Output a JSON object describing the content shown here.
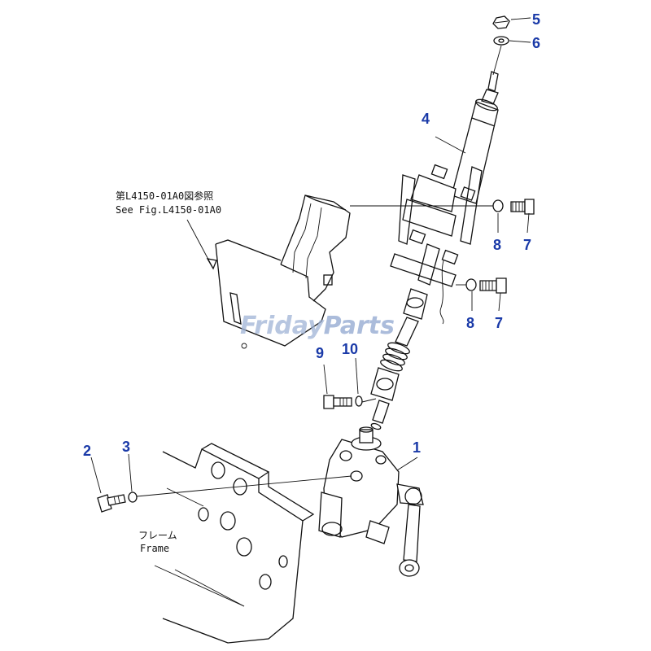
{
  "references": {
    "line1": "第L4150-01A0図参照",
    "line2": "See Fig.L4150-01A0"
  },
  "frame": {
    "jp": "フレーム",
    "en": "Frame"
  },
  "watermark": {
    "part1": "Friday",
    "part2": "Parts",
    "brand_color": "#1a3aa8"
  },
  "callouts": [
    "1",
    "2",
    "3",
    "4",
    "5",
    "6",
    "7",
    "8",
    "7",
    "8",
    "9",
    "10"
  ]
}
